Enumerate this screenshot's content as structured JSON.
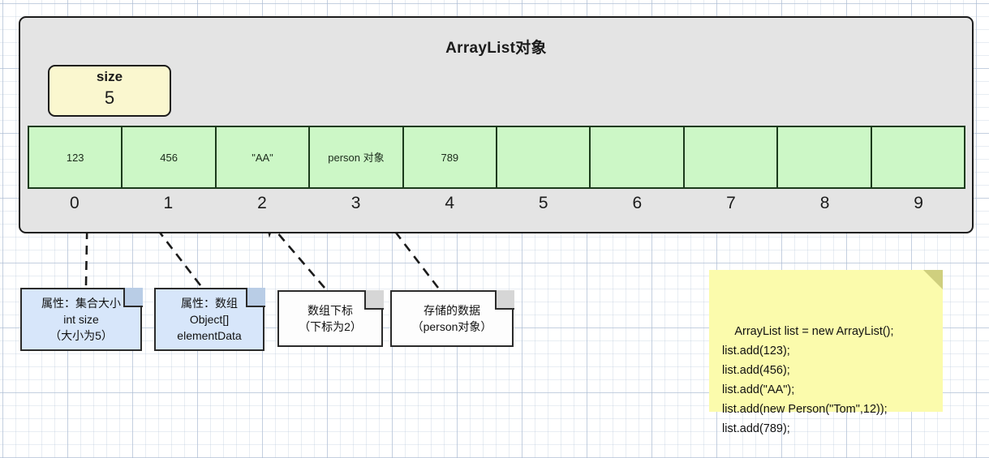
{
  "container": {
    "title": "ArrayList对象",
    "bg_color": "#e4e4e4",
    "border_color": "#1b1b1b"
  },
  "size_field": {
    "label": "size",
    "value": "5",
    "bg_color": "#faf7cf"
  },
  "array": {
    "fill_color": "#ccf7c6",
    "border_color": "#1b3b1b",
    "capacity": 10,
    "cells": [
      {
        "index": "0",
        "value": "123"
      },
      {
        "index": "1",
        "value": "456"
      },
      {
        "index": "2",
        "value": "\"AA\""
      },
      {
        "index": "3",
        "value": "person\n对象"
      },
      {
        "index": "4",
        "value": "789"
      },
      {
        "index": "5",
        "value": ""
      },
      {
        "index": "6",
        "value": ""
      },
      {
        "index": "7",
        "value": ""
      },
      {
        "index": "8",
        "value": ""
      },
      {
        "index": "9",
        "value": ""
      }
    ],
    "indices": [
      "0",
      "1",
      "2",
      "3",
      "4",
      "5",
      "6",
      "7",
      "8",
      "9"
    ]
  },
  "notes": [
    {
      "text": "属性：集合大小\nint size\n（大小为5）",
      "style": "blue",
      "bg_color": "#d7e6fa"
    },
    {
      "text": "属性：数组\nObject[]\nelementData",
      "style": "blue",
      "bg_color": "#d7e6fa"
    },
    {
      "text": "数组下标\n（下标为2）",
      "style": "white",
      "bg_color": "#fdfdfd"
    },
    {
      "text": "存储的数据\n（person对象）",
      "style": "white",
      "bg_color": "#fdfdfd"
    }
  ],
  "code_note": {
    "bg_color": "#fbfbac",
    "lines": [
      "ArrayList list = new ArrayList();",
      "list.add(123);",
      "list.add(456);",
      "list.add(\"AA\");",
      "list.add(new Person(\"Tom\",12));",
      "list.add(789);"
    ],
    "text": "ArrayList list = new ArrayList();\nlist.add(123);\nlist.add(456);\nlist.add(\"AA\");\nlist.add(new Person(\"Tom\",12));\nlist.add(789);"
  },
  "connectors": [
    {
      "from": "note-size",
      "to": "size-box",
      "style": "dashed-arrow"
    },
    {
      "from": "note-elementdata",
      "to": "array",
      "style": "dashed-arrow"
    },
    {
      "from": "note-index",
      "to": "array-index-2",
      "style": "dashed-arrow"
    },
    {
      "from": "note-data",
      "to": "array-cell-3",
      "style": "dashed-arrow"
    }
  ]
}
